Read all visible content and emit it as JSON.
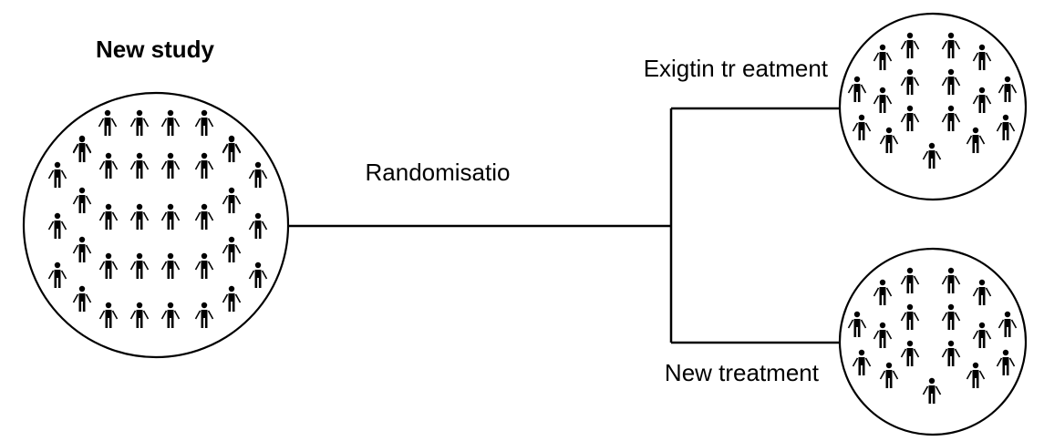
{
  "title": "New study",
  "edge_label": "Randomisatio",
  "arms": [
    {
      "label": "Exigtin  tr eatment"
    },
    {
      "label": "New treatment"
    }
  ],
  "colors": {
    "ink": "#000000",
    "background": "#ffffff"
  }
}
